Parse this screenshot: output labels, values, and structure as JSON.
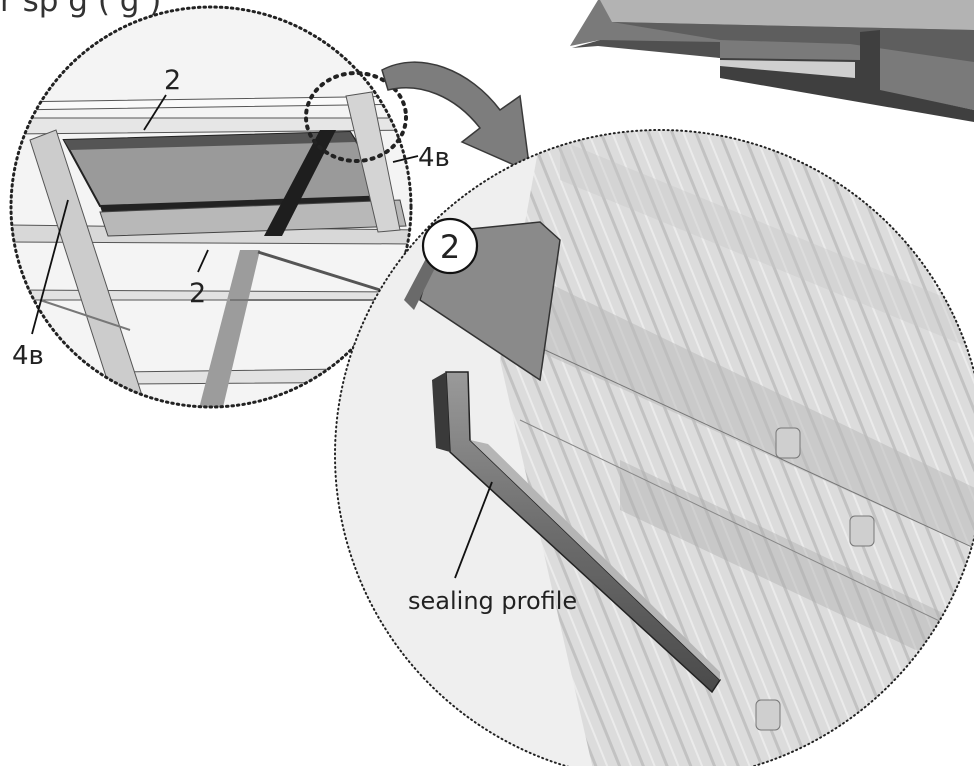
{
  "heading": "r sp g        (  g  )",
  "callouts": {
    "top_rail": "2",
    "mid_rail": "2",
    "right_upright": "4в",
    "left_upright": "4в",
    "badge_number": "2",
    "sealing_profile": "sealing profile"
  }
}
